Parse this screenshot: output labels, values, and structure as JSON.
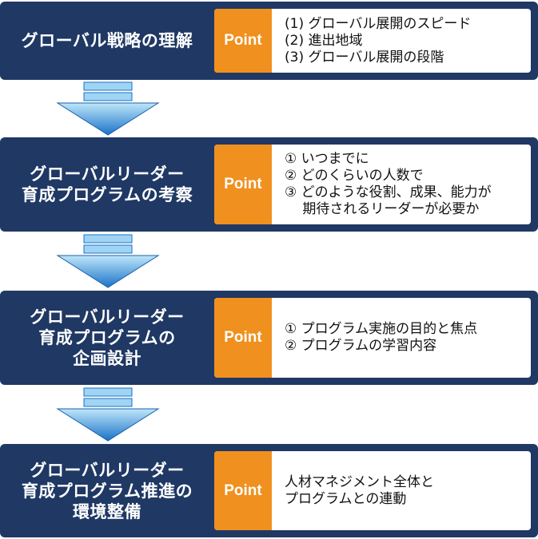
{
  "colors": {
    "step_background": "#1f3864",
    "point_badge": "#f0901e",
    "panel": "#ffffff",
    "arrow_top": "#bfe6fa",
    "arrow_bottom": "#1a73c8"
  },
  "steps": [
    {
      "title": "グローバル戦略の理解",
      "point_label": "Point",
      "points": [
        "(1) グローバル展開のスピード",
        "(2) 進出地域",
        "(3) グローバル展開の段階"
      ]
    },
    {
      "title": "グローバルリーダー\n育成プログラムの考察",
      "point_label": "Point",
      "points": [
        "① いつまでに",
        "② どのくらいの人数で",
        "③ どのような役割、成果、能力が\n　 期待されるリーダーが必要か"
      ]
    },
    {
      "title": "グローバルリーダー\n育成プログラムの\n企画設計",
      "point_label": "Point",
      "points": [
        "① プログラム実施の目的と焦点",
        "② プログラムの学習内容"
      ]
    },
    {
      "title": "グローバルリーダー\n育成プログラム推進の\n環境整備",
      "point_label": "Point",
      "points": [
        "人材マネジメント全体と",
        "プログラムとの連動"
      ]
    }
  ],
  "arrows": [
    {
      "icon": "down-arrow-icon"
    },
    {
      "icon": "down-arrow-icon"
    },
    {
      "icon": "down-arrow-icon"
    }
  ]
}
